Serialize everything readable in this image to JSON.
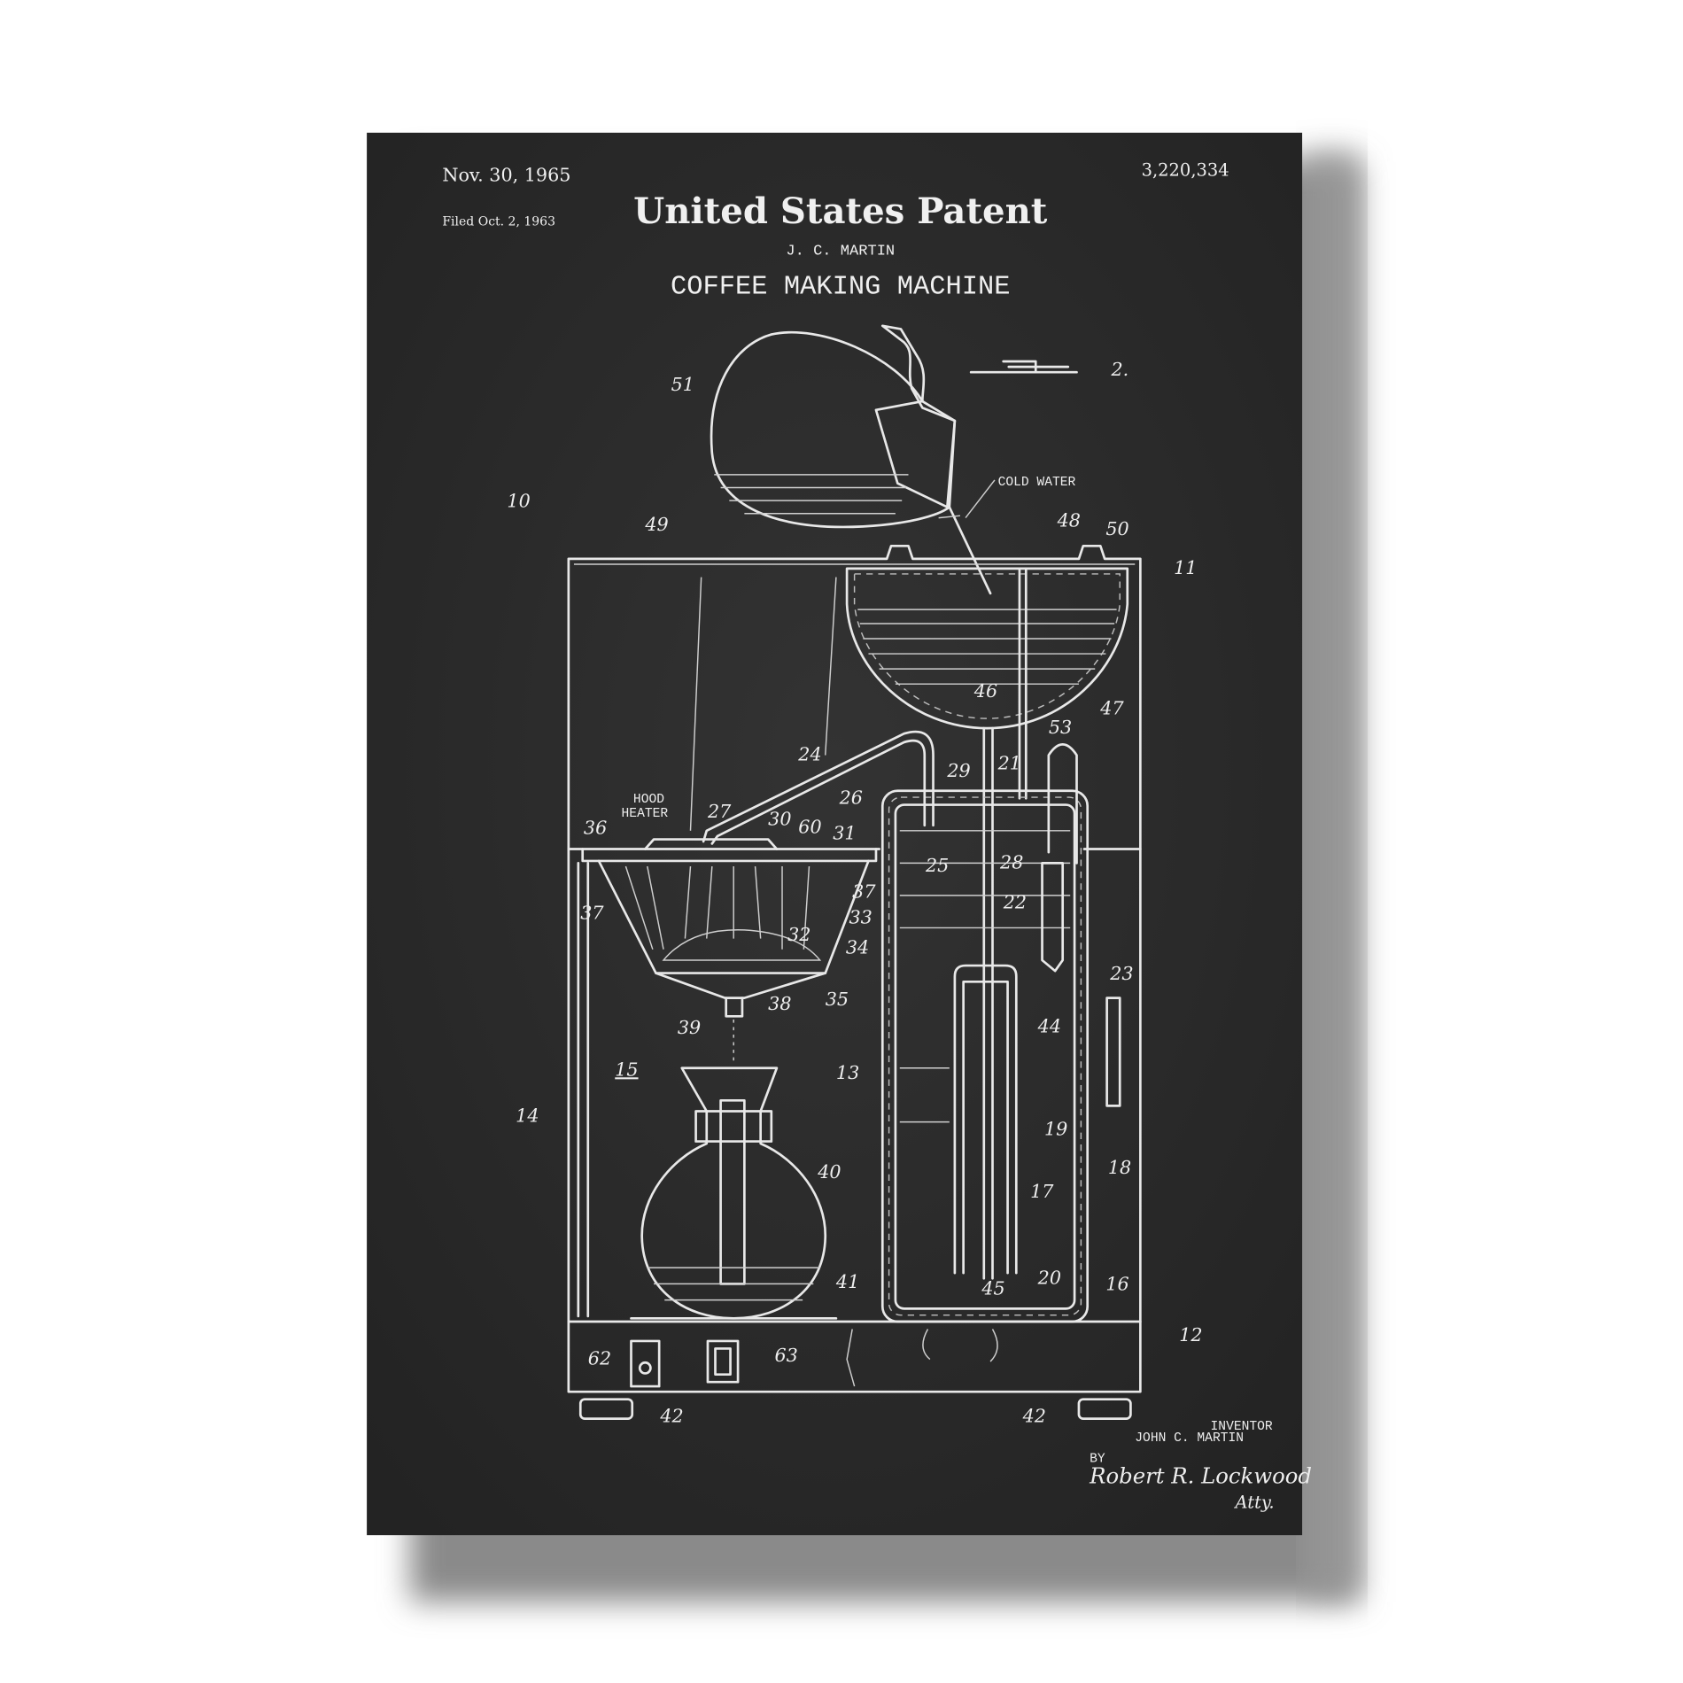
{
  "header": {
    "date": "Nov. 30, 1965",
    "filed": "Filed Oct. 2, 1963",
    "patent_number": "3,220,334",
    "title": "United States Patent",
    "inventor_short": "J. C. MARTIN",
    "invention": "COFFEE MAKING MACHINE"
  },
  "figure": {
    "fig_label": "2.",
    "cold_water": "COLD WATER",
    "hood_heater_1": "HOOD",
    "hood_heater_2": "HEATER"
  },
  "labels": {
    "l51": "51",
    "l10": "10",
    "l49": "49",
    "l48": "48",
    "l50": "50",
    "l11": "11",
    "l46": "46",
    "l47": "47",
    "l53": "53",
    "l24": "24",
    "l29": "29",
    "l21": "21",
    "l26": "26",
    "l27": "27",
    "l30": "30",
    "l60": "60",
    "l31": "31",
    "l36": "36",
    "l37a": "37",
    "l37b": "37",
    "l33": "33",
    "l32": "32",
    "l34": "34",
    "l35": "35",
    "l38": "38",
    "l39": "39",
    "l15": "15",
    "l13": "13",
    "l14": "14",
    "l25": "25",
    "l28": "28",
    "l22": "22",
    "l23": "23",
    "l44": "44",
    "l19": "19",
    "l18": "18",
    "l17": "17",
    "l40": "40",
    "l41": "41",
    "l45": "45",
    "l20": "20",
    "l16": "16",
    "l12": "12",
    "l62": "62",
    "l63": "63",
    "l42a": "42",
    "l42b": "42"
  },
  "signature": {
    "inventor_caption": "INVENTOR",
    "inventor_name": "JOHN C. MARTIN",
    "by": "BY",
    "attorney_signature": "Robert R. Lockwood",
    "attorney_suffix": "Atty."
  },
  "colors": {
    "board": "#2a2a2a",
    "chalk": "#e8e8e8",
    "shadow": "#8a8a8a"
  }
}
